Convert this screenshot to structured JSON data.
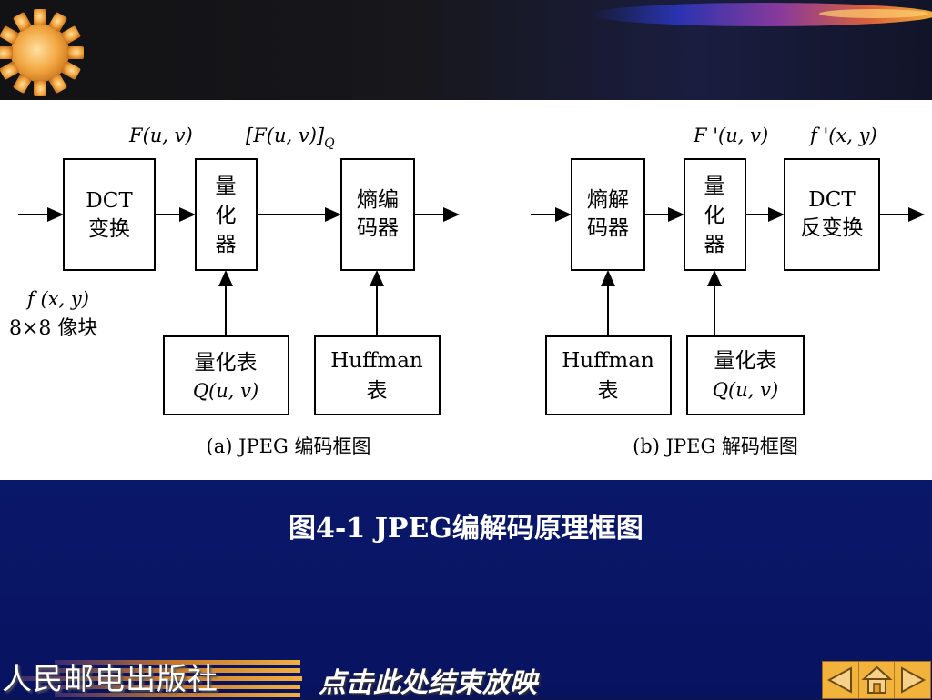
{
  "diagram": {
    "encoder": {
      "dct_box": [
        "DCT",
        "变换"
      ],
      "quantizer_box": [
        "量",
        "化",
        "器"
      ],
      "entropy_encoder_box": [
        "熵编",
        "码器"
      ],
      "quant_table_box": [
        "量化表"
      ],
      "quant_table_formula": "Q(u, v)",
      "huffman_box": [
        "Huffman",
        "表"
      ],
      "signal_f": "F(u, v)",
      "signal_fq": "[F(u, v)]",
      "signal_fq_sub": "Q",
      "input_signal": "f (x, y)",
      "input_block": "8×8 像块",
      "caption": "(a) JPEG 编码框图"
    },
    "decoder": {
      "entropy_decoder_box": [
        "熵解",
        "码器"
      ],
      "dequantizer_box": [
        "量",
        "化",
        "器"
      ],
      "idct_box": [
        "DCT",
        "反变换"
      ],
      "huffman_box": [
        "Huffman",
        "表"
      ],
      "quant_table_box": [
        "量化表"
      ],
      "quant_table_formula": "Q(u, v)",
      "signal_f_prime": "F '(u, v)",
      "signal_out": "f '(x, y)",
      "caption": "(b) JPEG 解码框图"
    }
  },
  "figure_title": "图4-1  JPEG编解码原理框图",
  "footer": {
    "publisher": "人民邮电出版社",
    "end_show": "点击此处结束放映"
  },
  "nav": {
    "prev_icon": "triangle-left-icon",
    "home_icon": "house-icon",
    "next_icon": "triangle-right-icon"
  },
  "colors": {
    "background": "#0b1a6e",
    "top_band": "#17171c",
    "gear": "#f2a640",
    "nav_button": "#f2b33d",
    "diagram_panel": "#ffffff"
  }
}
